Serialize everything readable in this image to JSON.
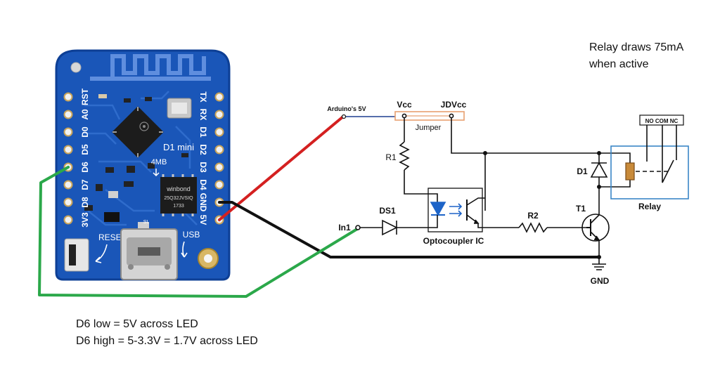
{
  "notes": {
    "relay_line1": "Relay draws 75mA",
    "relay_line2": "when active",
    "d6_low": "D6 low = 5V across LED",
    "d6_high": "D6 high = 5-3.3V = 1.7V across LED"
  },
  "board": {
    "left_pins": [
      "RST",
      "A0",
      "D0",
      "D5",
      "D6",
      "D7",
      "D8",
      "3V3"
    ],
    "right_pins": [
      "TX",
      "RX",
      "D1",
      "D2",
      "D3",
      "D4",
      "GND",
      "5V"
    ],
    "model": "D1 mini",
    "flash": "4MB",
    "chip_brand": "winbond",
    "chip_part": "25Q32JVSIQ",
    "chip_code": "1733",
    "reset_label": "RESET",
    "usb_label": "USB",
    "sl_label": "SL"
  },
  "schematic": {
    "arduino_5v": "Arduino's 5V",
    "vcc": "Vcc",
    "jdvcc": "JDVcc",
    "jumper": "Jumper",
    "r1": "R1",
    "r2": "R2",
    "d1": "D1",
    "ds1": "DS1",
    "t1": "T1",
    "in1": "In1",
    "optocoupler": "Optocoupler IC",
    "gnd": "GND",
    "relay": "Relay",
    "relay_contacts": "NO COM NC"
  },
  "colors": {
    "board_blue": "#1a56b8",
    "board_edge": "#0d3f95",
    "trace": "#2f6ccc",
    "wire_red": "#d42020",
    "wire_black": "#111111",
    "wire_green": "#2ba84a",
    "wire_blue": "#1f3f8f",
    "jumper_box": "#e8a070",
    "relay_box": "#3a86c6",
    "opto_led": "#1d64c8",
    "relay_coil": "#c88a3a"
  }
}
